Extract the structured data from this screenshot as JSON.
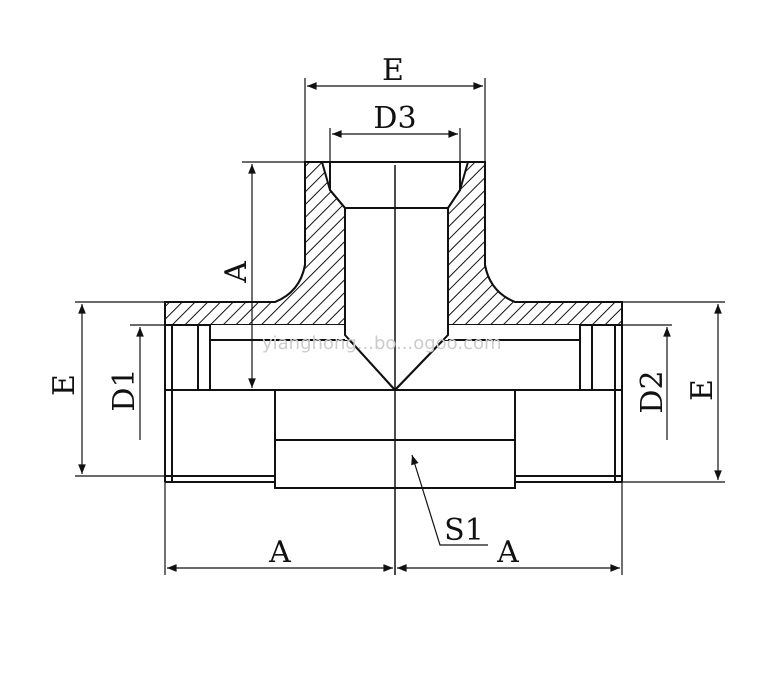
{
  "labels": {
    "top_e": "E",
    "d3": "D3",
    "vertical_a": "A",
    "left_e": "E",
    "d1": "D1",
    "d2": "D2",
    "right_e": "E",
    "s1": "S1",
    "bottom_a_left": "A",
    "bottom_a_right": "A"
  },
  "watermark": "yianghong...bo...ogoo.com",
  "colors": {
    "line": "#111111",
    "background": "#ffffff"
  }
}
